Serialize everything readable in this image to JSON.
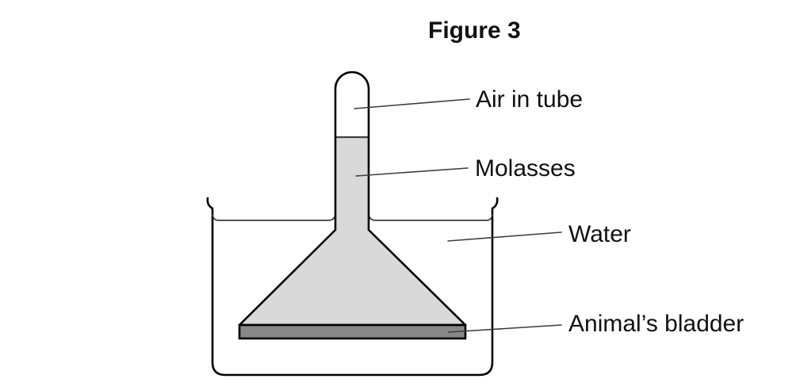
{
  "figure": {
    "title": "Figure 3",
    "labels": {
      "air": "Air in tube",
      "molasses": "Molasses",
      "water": "Water",
      "bladder": "Animal’s bladder"
    },
    "colors": {
      "molasses_fill": "#d9d9d9",
      "bladder_fill": "#878787",
      "outline": "#000000",
      "background": "#ffffff"
    }
  }
}
